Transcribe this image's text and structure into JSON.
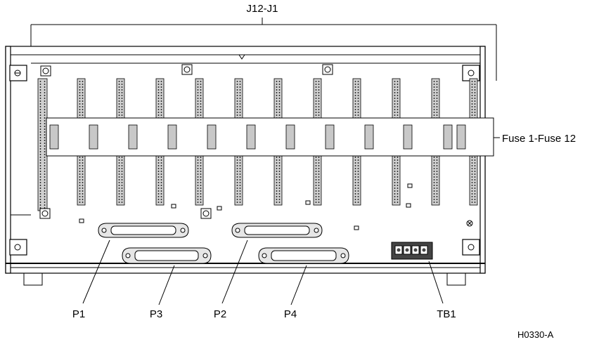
{
  "labels": {
    "slots": "J12-J1",
    "fuses": "Fuse 1-Fuse 12",
    "p1": "P1",
    "p2": "P2",
    "p3": "P3",
    "p4": "P4",
    "tb1": "TB1",
    "figure_id": "H0330-A"
  }
}
